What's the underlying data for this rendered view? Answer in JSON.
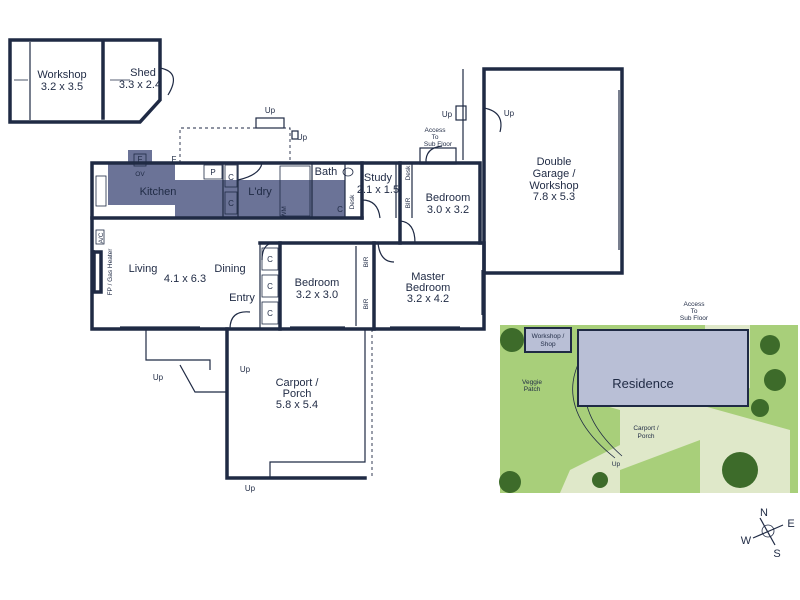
{
  "rooms": {
    "workshop": {
      "name": "Workshop",
      "dims": "3.2 x 3.5"
    },
    "shed": {
      "name": "Shed",
      "dims": "3.3 x 2.4"
    },
    "kitchen": {
      "name": "Kitchen"
    },
    "laundry": {
      "name": "L'dry"
    },
    "bath": {
      "name": "Bath"
    },
    "study": {
      "name": "Study",
      "dims": "2.1 x 1.5"
    },
    "bedroom_upper": {
      "name": "Bedroom",
      "dims": "3.0 x 3.2"
    },
    "garage": {
      "name_line1": "Double",
      "name_line2": "Garage /",
      "name_line3": "Workshop",
      "dims": "7.8 x 5.3"
    },
    "living": {
      "name": "Living",
      "dims": "4.1 x 6.3"
    },
    "dining": {
      "name": "Dining"
    },
    "entry": {
      "name": "Entry"
    },
    "bedroom_mid": {
      "name": "Bedroom",
      "dims": "3.2 x 3.0"
    },
    "master": {
      "name_line1": "Master",
      "name_line2": "Bedroom",
      "dims": "3.2 x 4.2"
    },
    "carport": {
      "name_line1": "Carport /",
      "name_line2": "Porch",
      "dims": "5.8 x 5.4"
    }
  },
  "fixtures": {
    "fridge": "F",
    "oven": "OV",
    "pantry": "P",
    "cupboard": "C",
    "wm": "WM",
    "desk": "Desk",
    "bir": "BIR",
    "ac": "A/C",
    "fireplace": "FP / Gas Heater"
  },
  "annotations": {
    "up": "Up",
    "access_line1": "Access",
    "access_line2": "To",
    "access_line3": "Sub Floor"
  },
  "site": {
    "residence": "Residence",
    "workshop_line1": "Workshop /",
    "workshop_line2": "Shop",
    "veggie_line1": "Veggie",
    "veggie_line2": "Patch",
    "carport_line1": "Carport /",
    "carport_line2": "Porch",
    "up": "Up",
    "access_line1": "Access",
    "access_line2": "To",
    "access_line3": "Sub Floor"
  },
  "compass": {
    "n": "N",
    "e": "E",
    "s": "S",
    "w": "W"
  },
  "colors": {
    "wall": "#1f2a44",
    "wet_area": "#6b7397",
    "lawn": "#a8cf7a",
    "paving": "#dfe8c9",
    "residence": "#b9bfd6"
  }
}
